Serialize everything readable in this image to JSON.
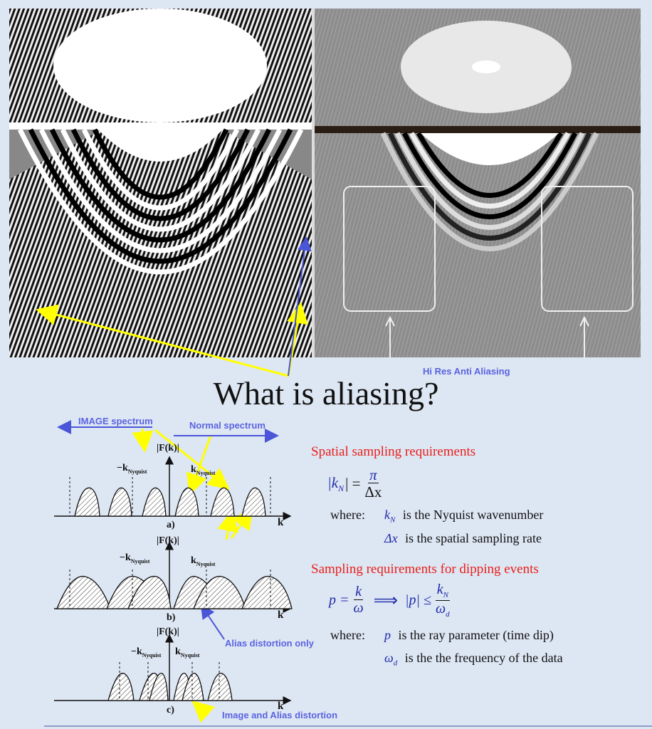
{
  "slide": {
    "title": "What is aliasing?",
    "hires_label": "Hi Res Anti Aliasing"
  },
  "spectrum_labels": {
    "image": "IMAGE spectrum",
    "normal": "Normal spectrum",
    "alias_only": "Alias distortion only",
    "image_alias": "Image and Alias distortion",
    "fk": "|F(k)|",
    "neg_nyq": "−k",
    "pos_nyq": "k",
    "nyq_sub": "Nyquist",
    "axis_k": "k",
    "panel_a": "a)",
    "panel_b": "b)",
    "panel_c": "c)"
  },
  "sampling": {
    "heading": "Spatial sampling requirements",
    "abs_kn_lhs": "|k",
    "kn_sub": "N",
    "abs_close": "| =",
    "pi": "π",
    "dx": "Δx",
    "where": "where:",
    "kn_symbol": "k",
    "kn_desc": "is the Nyquist wavenumber",
    "dx_symbol": "Δx",
    "dx_desc": "is the spatial sampling rate"
  },
  "dipping": {
    "heading": "Sampling requirements for dipping events",
    "p_eq": "p =",
    "k": "k",
    "omega": "ω",
    "implies": "⟹",
    "abs_p": "|p| ≤",
    "kn": "k",
    "kn_sub": "N",
    "omega_d": "ω",
    "d_sub": "d",
    "where": "where:",
    "p_symbol": "p",
    "p_desc": "is the ray parameter (time dip)",
    "wd_symbol": "ω",
    "wd_sub": "d",
    "wd_desc": "is the the frequency of the data"
  },
  "colors": {
    "background": "#dde6f3",
    "blue_label": "#5a63e0",
    "red_heading": "#e8201a",
    "yellow_arrow": "#ffff00",
    "math_blue": "#1e2aa8"
  }
}
